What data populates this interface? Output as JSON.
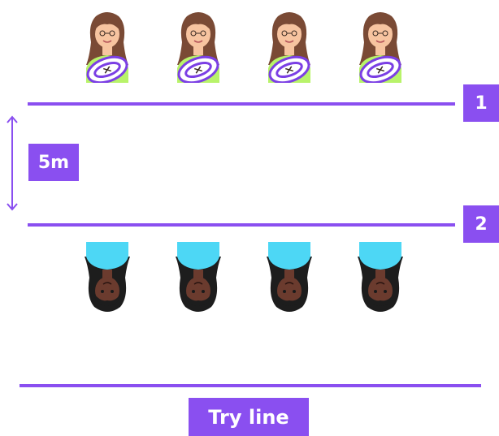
{
  "labels": {
    "line_1": "1",
    "line_2": "2",
    "distance": "5m",
    "try_line": "Try line"
  },
  "teams": {
    "attackers": {
      "count": 4,
      "skin": "#f7c4a0",
      "hair": "#7a4a35",
      "shirt": "#b8f36a",
      "holding": "rugby-ball"
    },
    "defenders": {
      "count": 4,
      "skin": "#6b3b2e",
      "hair": "#1d1d1d",
      "shirt": "#4dd7f5",
      "orientation": "upside-down"
    }
  },
  "colors": {
    "accent": "#8a4ff0",
    "ball_white": "#ffffff",
    "ball_purple": "#7b3fe4"
  }
}
